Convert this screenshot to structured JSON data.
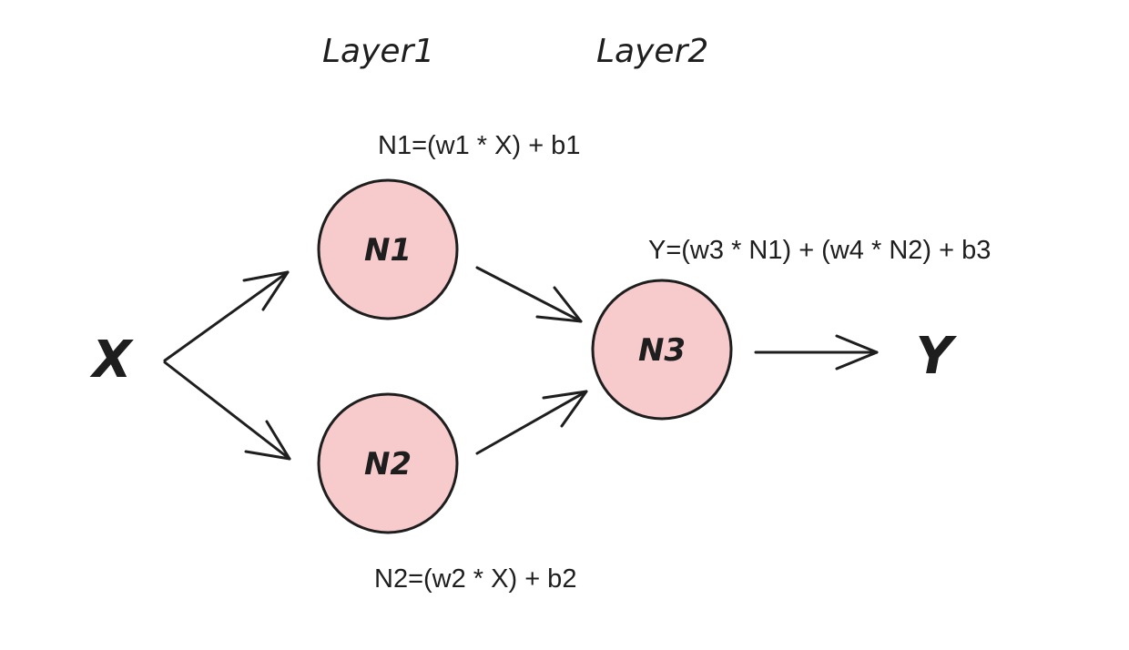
{
  "layers": [
    {
      "label": "Layer1"
    },
    {
      "label": "Layer2"
    }
  ],
  "input": {
    "label": "X"
  },
  "output": {
    "label": "Y"
  },
  "nodes": [
    {
      "label": "N1"
    },
    {
      "label": "N2"
    },
    {
      "label": "N3"
    }
  ],
  "formulas": {
    "n1": "N1=(w1 * X) + b1",
    "n2": "N2=(w2 * X) + b2",
    "y": "Y=(w3 * N1) + (w4 * N2) + b3"
  },
  "colors": {
    "node_fill": "#f7cacb",
    "stroke": "#1e1e1e"
  }
}
